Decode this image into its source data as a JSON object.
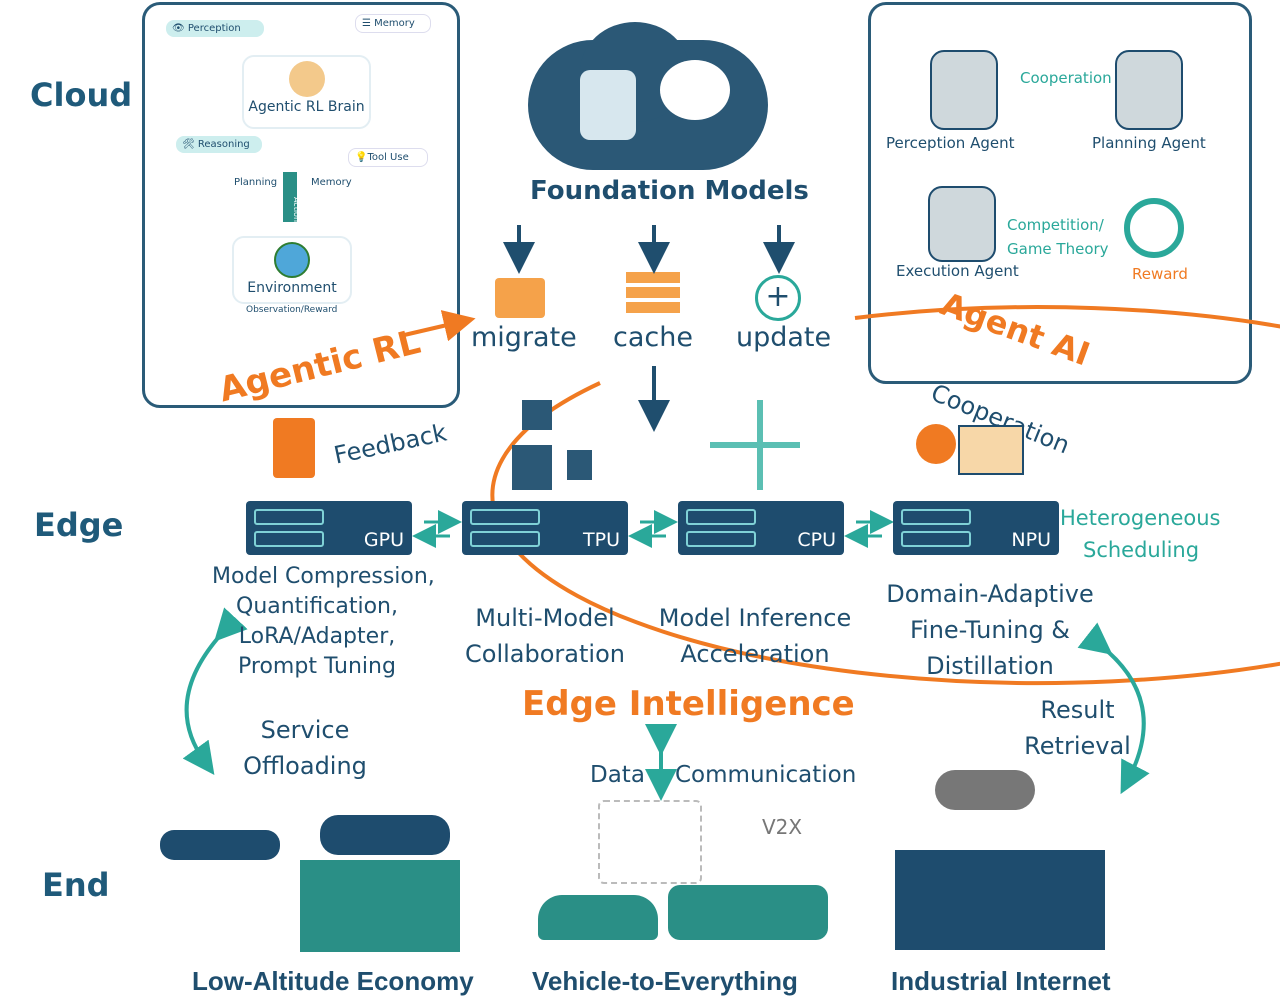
{
  "tiers": {
    "cloud": "Cloud",
    "edge": "Edge",
    "end": "End"
  },
  "agentic_rl_box": {
    "brain": "Agentic RL Brain",
    "perception": "Perception",
    "memory_top": "Memory",
    "reasoning": "Reasoning",
    "tool_use": "Tool Use",
    "planning": "Planning",
    "memory": "Memory",
    "action": "Action",
    "environment": "Environment",
    "observation": "Observation/Reward"
  },
  "agent_ai_box": {
    "cooperation": "Cooperation",
    "perception_agent": "Perception Agent",
    "planning_agent": "Planning Agent",
    "competition_1": "Competition/",
    "competition_2": "Game Theory",
    "execution_agent": "Execution Agent",
    "reward": "Reward"
  },
  "cloud": {
    "title": "Foundation Models"
  },
  "ops": [
    "migrate",
    "cache",
    "update"
  ],
  "ring": {
    "agentic_rl": "Agentic RL",
    "feedback": "Feedback",
    "agent_ai": "Agent AI",
    "cooperation": "Cooperation",
    "edge_intelligence": "Edge Intelligence",
    "hetero_1": "Heterogeneous",
    "hetero_2": "Scheduling"
  },
  "servers": [
    "GPU",
    "TPU",
    "CPU",
    "NPU"
  ],
  "edge_labels": {
    "compression": [
      "Model Compression,",
      "Quantification,",
      "LoRA/Adapter,",
      "Prompt Tuning"
    ],
    "multi_model": [
      "Multi-Model",
      "Collaboration"
    ],
    "inference": [
      "Model Inference",
      "Acceleration"
    ],
    "domain": [
      "Domain-Adaptive",
      "Fine-Tuning &",
      "Distillation"
    ]
  },
  "links": {
    "service_1": "Service",
    "service_2": "Offloading",
    "data_1": "Data",
    "data_2": "Communication",
    "result_1": "Result",
    "result_2": "Retrieval",
    "v2x": "V2X"
  },
  "end_scenarios": [
    "Low-Altitude Economy",
    "Vehicle-to-Everything",
    "Industrial Internet"
  ],
  "colors": {
    "navy": "#1f4e6e",
    "orange": "#f07a22",
    "teal": "#2aa89a"
  }
}
